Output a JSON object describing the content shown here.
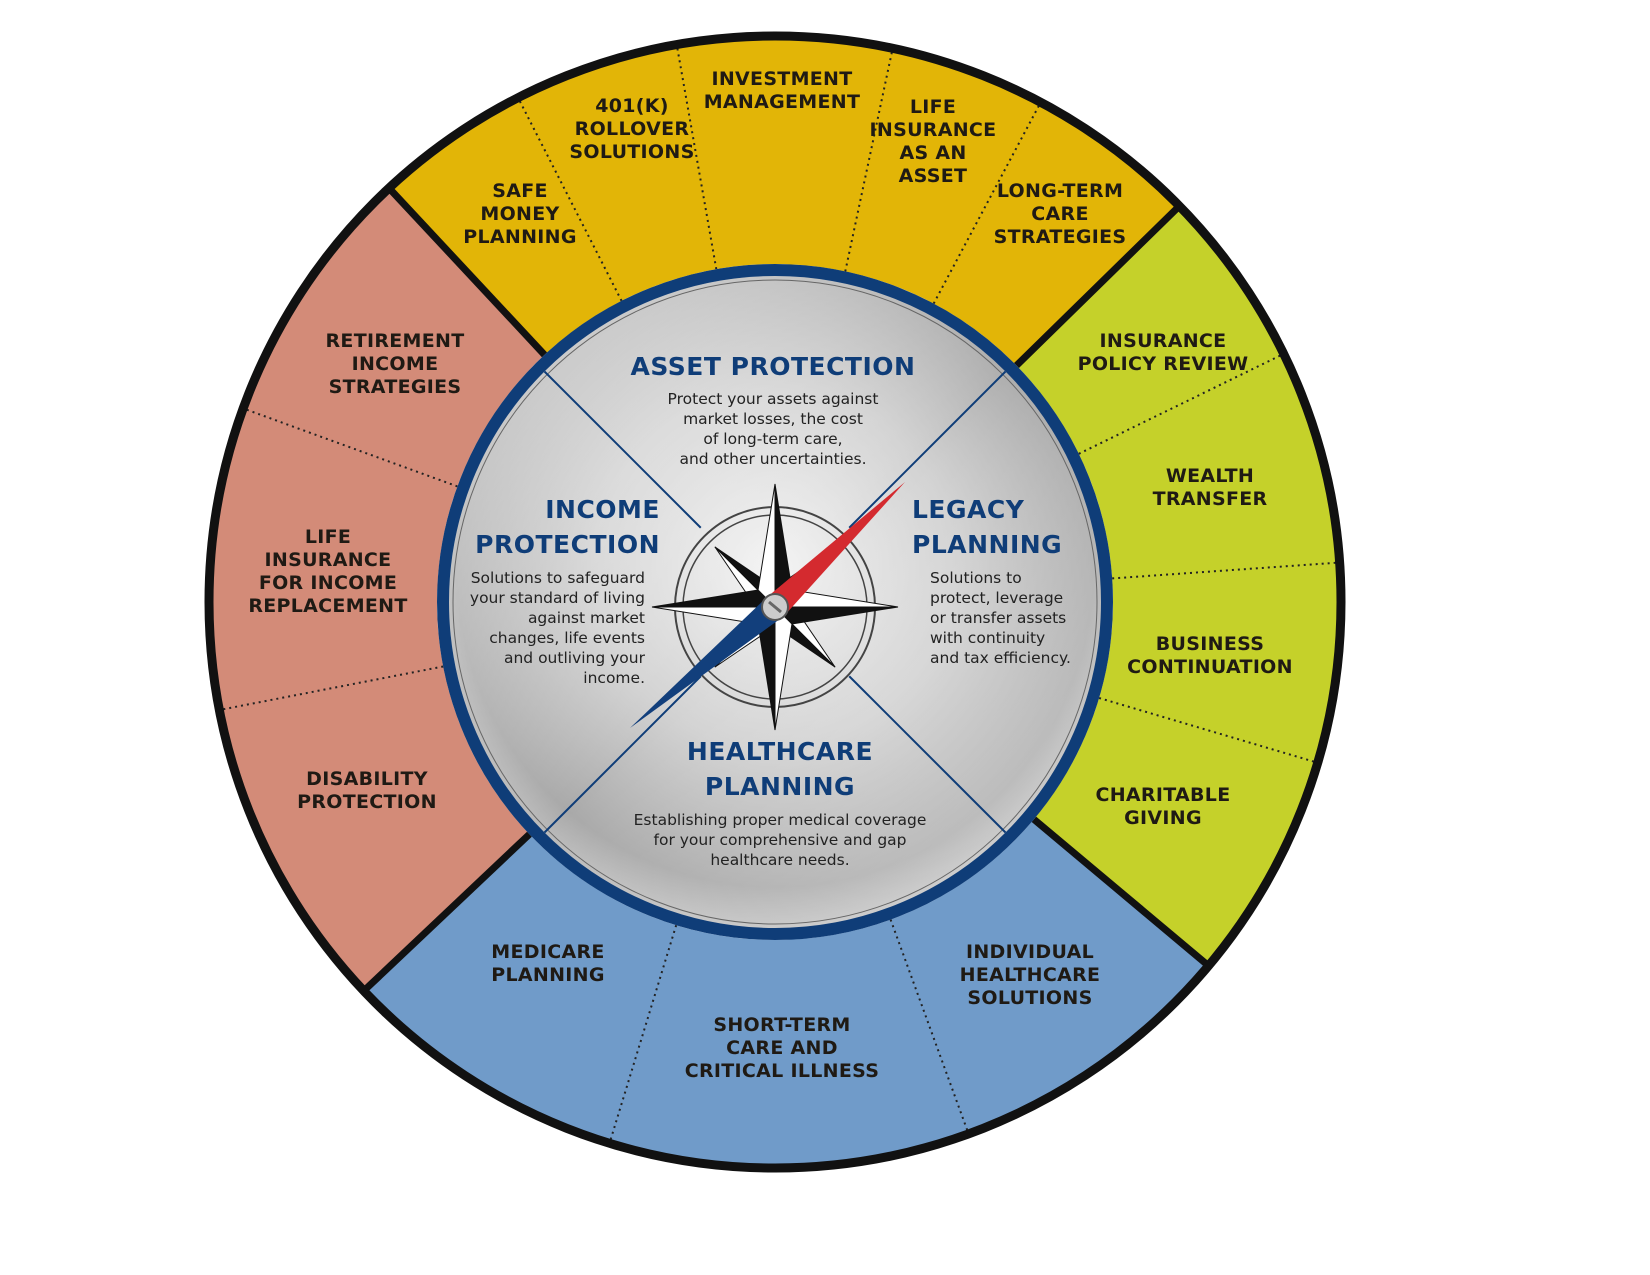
{
  "colors": {
    "income": "#d38b78",
    "asset": "#e2b507",
    "legacy": "#c5d12a",
    "healthcare": "#709bc9",
    "ring": "#0f3d78",
    "needle_red": "#d42a2f",
    "needle_blue": "#123f7c"
  },
  "quadrants": {
    "asset": {
      "title": [
        "ASSET PROTECTION"
      ],
      "desc": [
        "Protect your assets against",
        "market losses, the cost",
        "of long-term care,",
        "and other uncertainties."
      ],
      "items": [
        {
          "lines": [
            "SAFE",
            "MONEY",
            "PLANNING"
          ]
        },
        {
          "lines": [
            "401(K)",
            "ROLLOVER",
            "SOLUTIONS"
          ]
        },
        {
          "lines": [
            "INVESTMENT",
            "MANAGEMENT"
          ]
        },
        {
          "lines": [
            "LIFE",
            "INSURANCE",
            "AS AN",
            "ASSET"
          ]
        },
        {
          "lines": [
            "LONG-TERM",
            "CARE",
            "STRATEGIES"
          ]
        }
      ]
    },
    "legacy": {
      "title": [
        "LEGACY",
        "PLANNING"
      ],
      "desc": [
        "Solutions to",
        "protect, leverage",
        "or transfer assets",
        "with continuity",
        "and tax efficiency."
      ],
      "items": [
        {
          "lines": [
            "INSURANCE",
            "POLICY REVIEW"
          ]
        },
        {
          "lines": [
            "WEALTH",
            "TRANSFER"
          ]
        },
        {
          "lines": [
            "BUSINESS",
            "CONTINUATION"
          ]
        },
        {
          "lines": [
            "CHARITABLE",
            "GIVING"
          ]
        }
      ]
    },
    "healthcare": {
      "title": [
        "HEALTHCARE",
        "PLANNING"
      ],
      "desc": [
        "Establishing proper medical coverage",
        "for your comprehensive and gap",
        "healthcare needs."
      ],
      "items": [
        {
          "lines": [
            "MEDICARE",
            "PLANNING"
          ]
        },
        {
          "lines": [
            "SHORT-TERM",
            "CARE AND",
            "CRITICAL ILLNESS"
          ]
        },
        {
          "lines": [
            "INDIVIDUAL",
            "HEALTHCARE",
            "SOLUTIONS"
          ]
        }
      ]
    },
    "income": {
      "title": [
        "INCOME",
        "PROTECTION"
      ],
      "desc": [
        "Solutions to safeguard",
        "your standard of living",
        "against market",
        "changes, life events",
        "and outliving your",
        "income."
      ],
      "items": [
        {
          "lines": [
            "RETIREMENT",
            "INCOME",
            "STRATEGIES"
          ]
        },
        {
          "lines": [
            "LIFE",
            "INSURANCE",
            "FOR INCOME",
            "REPLACEMENT"
          ]
        },
        {
          "lines": [
            "DISABILITY",
            "PROTECTION"
          ]
        }
      ]
    }
  }
}
